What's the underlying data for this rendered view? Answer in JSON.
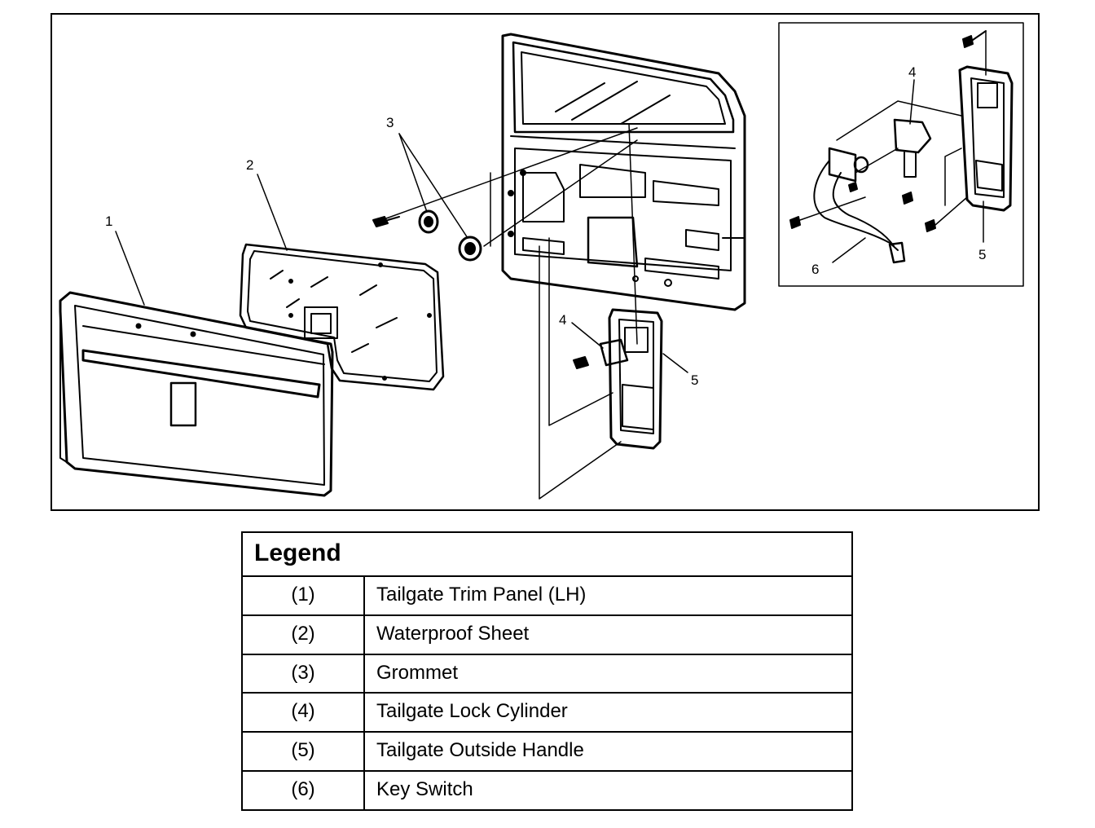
{
  "callouts": {
    "c1": "1",
    "c2": "2",
    "c3": "3",
    "c4_main": "4",
    "c5_main": "5",
    "c4_inset": "4",
    "c5_inset": "5",
    "c6_inset": "6"
  },
  "legend": {
    "title": "Legend",
    "rows": [
      {
        "num": "(1)",
        "desc": "Tailgate Trim Panel (LH)"
      },
      {
        "num": "(2)",
        "desc": "Waterproof Sheet"
      },
      {
        "num": "(3)",
        "desc": "Grommet"
      },
      {
        "num": "(4)",
        "desc": "Tailgate Lock Cylinder"
      },
      {
        "num": "(5)",
        "desc": "Tailgate Outside Handle"
      },
      {
        "num": "(6)",
        "desc": "Key Switch"
      }
    ]
  }
}
